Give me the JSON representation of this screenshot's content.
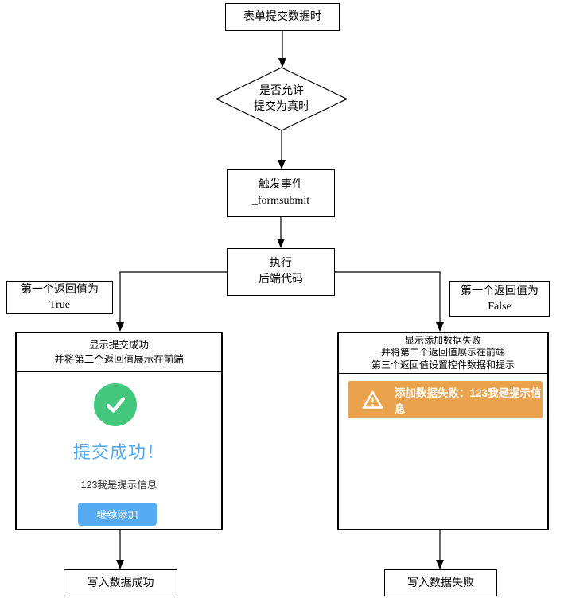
{
  "diagram": {
    "nodes": {
      "start": {
        "label": "表单提交数据时"
      },
      "decision": {
        "line1": "是否允许",
        "line2": "提交为真时"
      },
      "trigger": {
        "line1": "触发事件",
        "line2": "_formsubmit"
      },
      "execute": {
        "line1": "执行",
        "line2": "后端代码"
      },
      "branch_true": {
        "line1": "第一个返回值为",
        "line2": "True"
      },
      "branch_false": {
        "line1": "第一个返回值为",
        "line2": "False"
      },
      "success_box": {
        "header_line1": "显示提交成功",
        "header_line2": "并将第二个返回值展示在前端"
      },
      "fail_box": {
        "header_line1": "显示添加数据失败",
        "header_line2": "并将第二个返回值展示在前端",
        "header_line3": "第三个返回值设置控件数据和提示"
      },
      "end_success": {
        "label": "写入数据成功"
      },
      "end_fail": {
        "label": "写入数据失败"
      }
    }
  },
  "success_preview": {
    "icon": "check-circle-icon",
    "title": "提交成功！",
    "message": "123我是提示信息",
    "button_label": "继续添加"
  },
  "fail_preview": {
    "icon": "warning-triangle-icon",
    "alert_text": "添加数据失败：123我是提示信息"
  },
  "colors": {
    "success_green": "#42c77d",
    "brand_blue": "#55abf2",
    "alert_orange": "#eba24c",
    "text_dark": "#333333"
  }
}
